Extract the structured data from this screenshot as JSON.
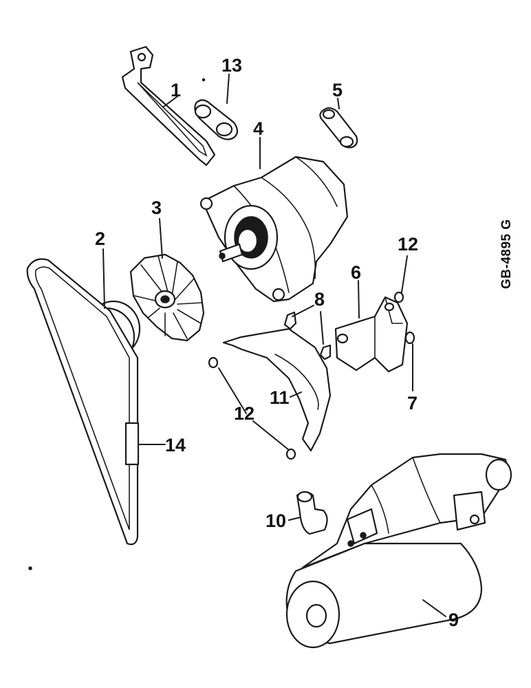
{
  "reference_code": "GB-4895 G",
  "callouts": {
    "c1": "1",
    "c2": "2",
    "c3": "3",
    "c4": "4",
    "c5": "5",
    "c6": "6",
    "c7": "7",
    "c8": "8",
    "c9": "9",
    "c10": "10",
    "c11": "11",
    "c12a": "12",
    "c12b": "12",
    "c13": "13",
    "c14": "14"
  }
}
